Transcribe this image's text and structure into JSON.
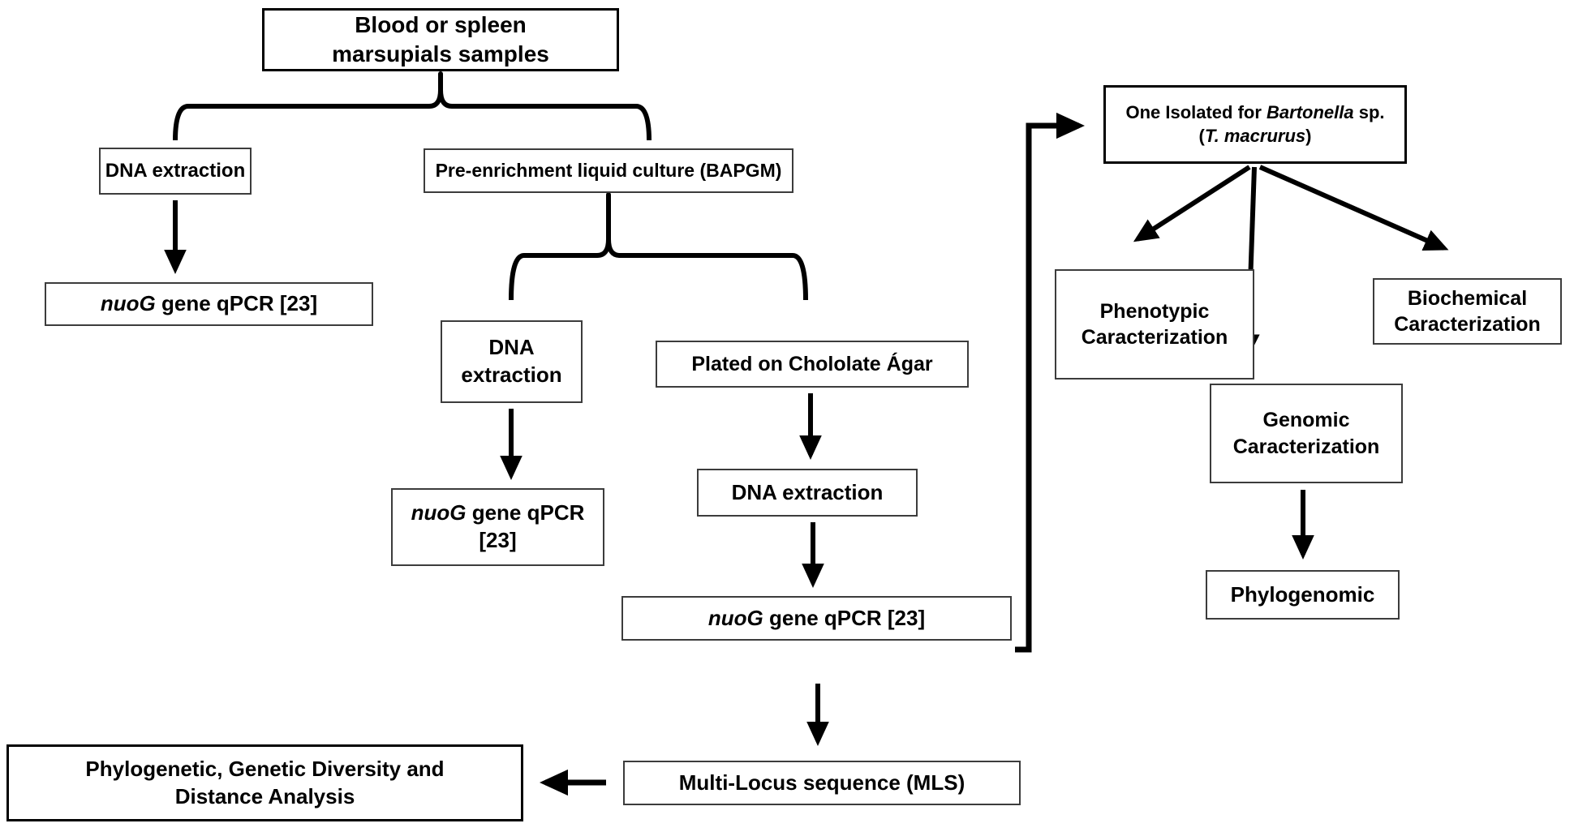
{
  "colors": {
    "background": "#ffffff",
    "line": "#000000",
    "box_border": "#3c3c3c",
    "text": "#000000"
  },
  "boxes": {
    "blood_spleen": {
      "line1": "Blood or spleen",
      "line2": "marsupials samples"
    },
    "dna_extraction_1": {
      "label": "DNA extraction"
    },
    "nuog_qpcr_1": {
      "gene_italic": "nuoG",
      "rest": " gene qPCR [23]"
    },
    "pre_enrichment": {
      "label": "Pre-enrichment liquid culture (BAPGM)"
    },
    "dna_extraction_2": {
      "line1": "DNA",
      "line2": "extraction"
    },
    "nuog_qpcr_2": {
      "gene_italic": "nuoG",
      "rest": " gene qPCR",
      "line2": "[23]"
    },
    "plated_agar": {
      "label": "Plated on Chololate Ágar"
    },
    "dna_extraction_3": {
      "label": "DNA extraction"
    },
    "nuog_qpcr_3": {
      "gene_italic": "nuoG",
      "rest": " gene qPCR [23]"
    },
    "one_isolated": {
      "line1_prefix": "One Isolated for ",
      "line1_italic": "Bartonella",
      "line1_suffix": " sp.",
      "line2_prefix": "(",
      "line2_italic": "T. macrurus",
      "line2_suffix": ")"
    },
    "phenotypic": {
      "line1": "Phenotypic",
      "line2": "Caracterization"
    },
    "biochemical": {
      "line1": "Biochemical",
      "line2": "Caracterization"
    },
    "genomic": {
      "line1": "Genomic",
      "line2": "Caracterization"
    },
    "phylogenomic": {
      "label": "Phylogenomic"
    },
    "mls": {
      "label": "Multi-Locus sequence (MLS)"
    },
    "phylo_analysis": {
      "line1": "Phylogenetic, Genetic Diversity and",
      "line2": "Distance Analysis"
    }
  }
}
